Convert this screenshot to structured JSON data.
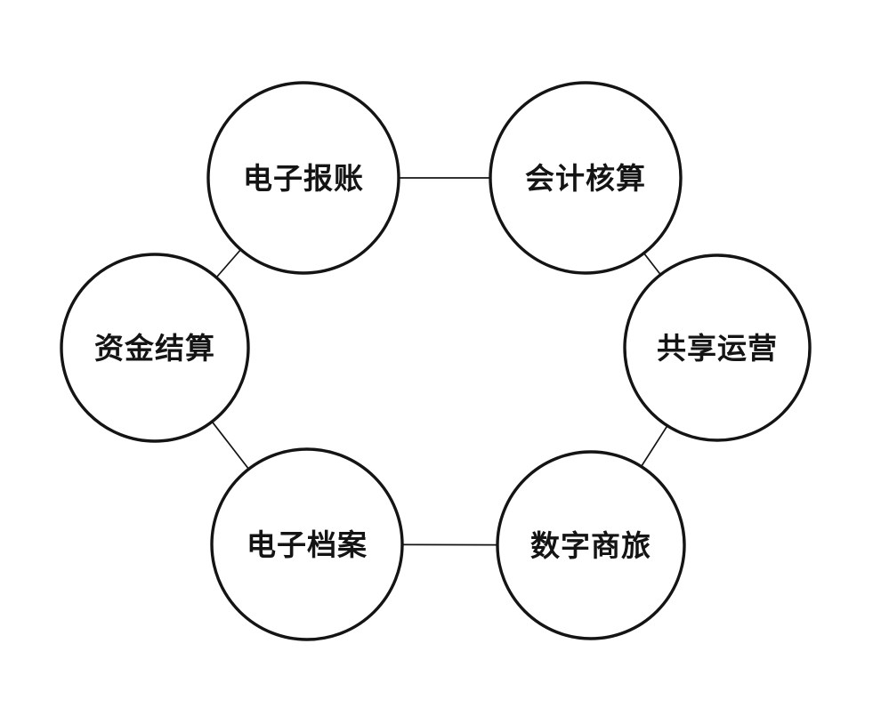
{
  "diagram": {
    "type": "circular-ring-diagram",
    "background_color": "#ffffff",
    "stroke_color": "#141414",
    "text_color": "#141414",
    "nodes": [
      {
        "id": "electronic-reimbursement",
        "label": "电子报账"
      },
      {
        "id": "accounting-calculation",
        "label": "会计核算"
      },
      {
        "id": "shared-operations",
        "label": "共享运营"
      },
      {
        "id": "digital-business-travel",
        "label": "数字商旅"
      },
      {
        "id": "electronic-archives",
        "label": "电子档案"
      },
      {
        "id": "fund-settlement",
        "label": "资金结算"
      }
    ],
    "edges": [
      [
        "electronic-reimbursement",
        "accounting-calculation"
      ],
      [
        "accounting-calculation",
        "shared-operations"
      ],
      [
        "shared-operations",
        "digital-business-travel"
      ],
      [
        "digital-business-travel",
        "electronic-archives"
      ],
      [
        "electronic-archives",
        "fund-settlement"
      ],
      [
        "fund-settlement",
        "electronic-reimbursement"
      ]
    ]
  }
}
